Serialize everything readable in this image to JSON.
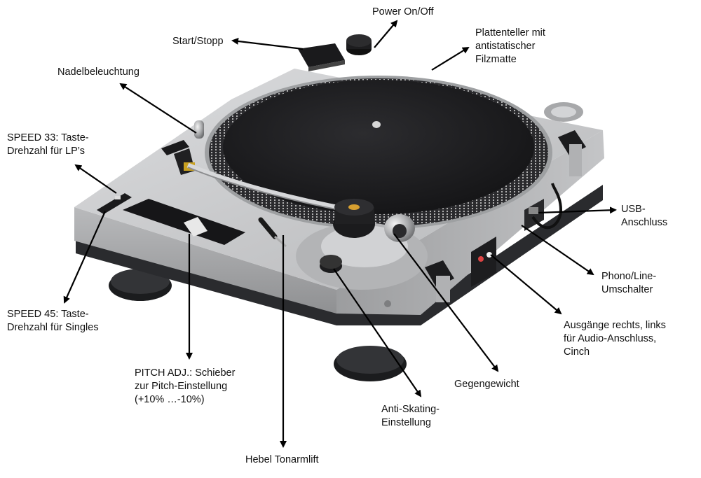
{
  "colors": {
    "background": "#ffffff",
    "arrow": "#000000",
    "chassis_silver": "#c9cacb",
    "chassis_shadow": "#8e8f91",
    "platter_mat": "#1e1e20",
    "base_dark": "#2a2b2e",
    "label_text": "#111111"
  },
  "labels": {
    "power": [
      "Power On/Off"
    ],
    "start": [
      "Start/Stopp"
    ],
    "platter": [
      "Plattenteller mit",
      "antistatischer",
      "Filzmatte"
    ],
    "needle_light": [
      "Nadelbeleuchtung"
    ],
    "speed33": [
      "SPEED 33: Taste-",
      "Drehzahl für LP’s"
    ],
    "usb": [
      "USB-",
      "Anschluss"
    ],
    "phono_line": [
      "Phono/Line-",
      "Umschalter"
    ],
    "outputs": [
      "Ausgänge rechts, links",
      "für Audio-Anschluss,",
      "Cinch"
    ],
    "speed45": [
      "SPEED 45: Taste-",
      "Drehzahl für Singles"
    ],
    "pitch": [
      "PITCH ADJ.: Schieber",
      "zur Pitch-Einstellung",
      "(+10% …-10%)"
    ],
    "counterweight": [
      "Gegengewicht"
    ],
    "anti_skating": [
      "Anti-Skating-",
      "Einstellung"
    ],
    "tonearm_lift": [
      "Hebel Tonarmlift"
    ]
  },
  "device": {
    "type": "turntable"
  }
}
